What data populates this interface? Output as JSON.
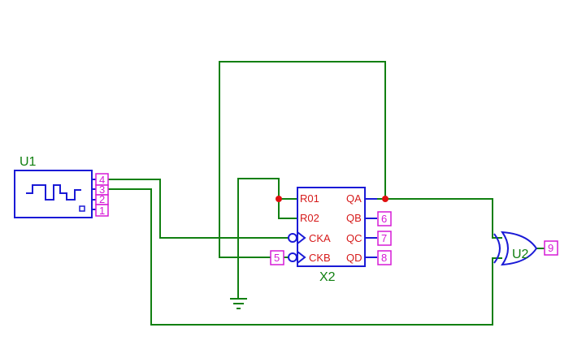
{
  "components": {
    "signal_source": {
      "ref": "U1",
      "pins": [
        "4",
        "3",
        "2",
        "1"
      ]
    },
    "counter": {
      "ref": "X2",
      "inputs": [
        "R01",
        "R02",
        "CKA",
        "CKB"
      ],
      "outputs": [
        "QA",
        "QB",
        "QC",
        "QD"
      ],
      "node_ckb": "5",
      "node_qb": "6",
      "node_qc": "7",
      "node_qd": "8"
    },
    "xor_gate": {
      "ref": "U2",
      "node_out": "9"
    }
  },
  "colors": {
    "wire": "#118011",
    "component": "#1a1ad6",
    "pin_label": "#d61a1a",
    "node_label": "#d61ad6",
    "junction": "#e01010"
  },
  "icons": [
    "square-wave-icon",
    "ground-icon",
    "xor-gate-icon",
    "junction-dot-icon"
  ]
}
